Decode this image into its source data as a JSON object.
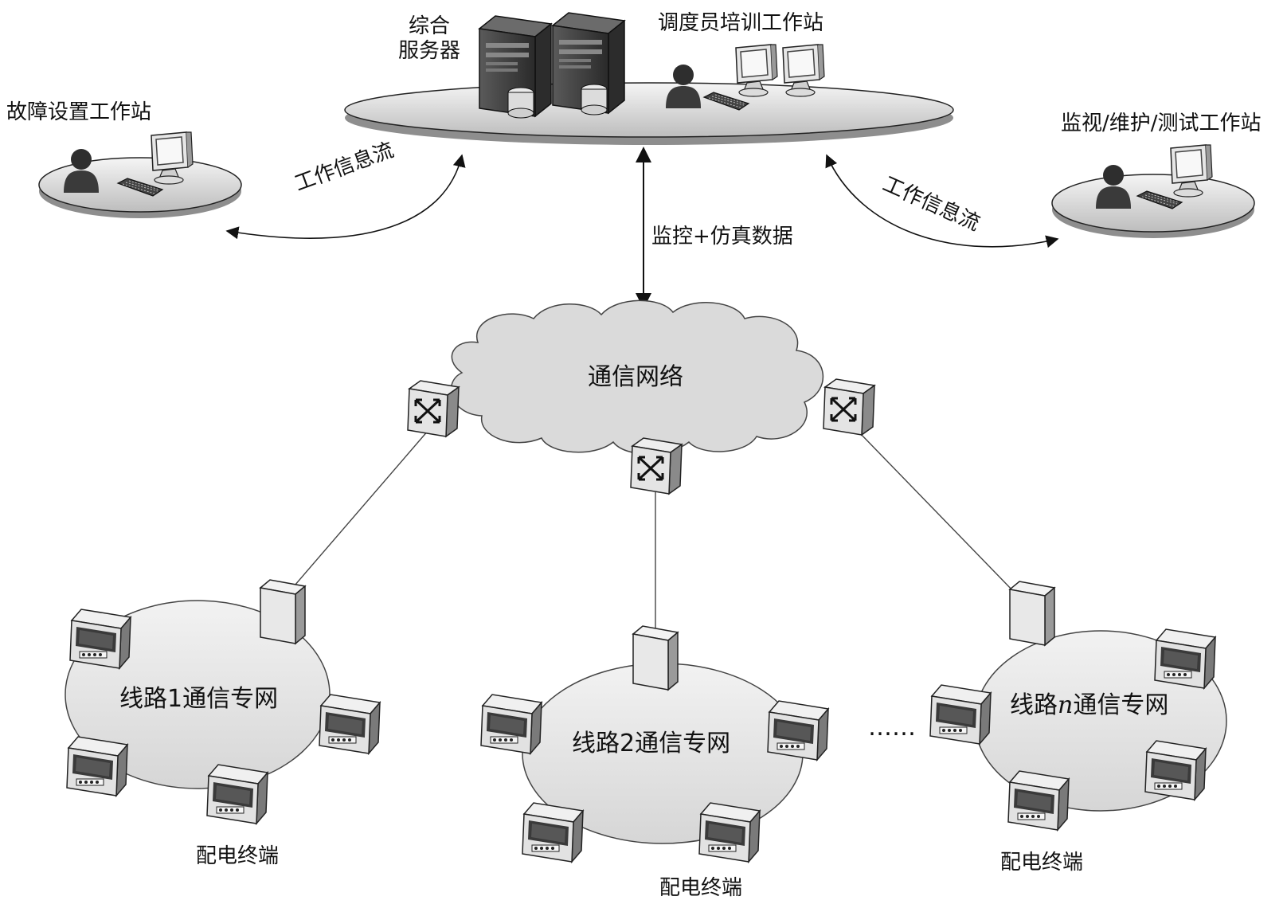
{
  "labels": {
    "integrated_server_line1": "综合",
    "integrated_server_line2": "服务器",
    "dispatcher_training_ws": "调度员培训工作站",
    "fault_setup_ws": "故障设置工作站",
    "monitor_ws": "监视/维护/测试工作站",
    "work_info_flow_left": "工作信息流",
    "work_info_flow_right": "工作信息流",
    "monitor_sim_data": "监控+仿真数据",
    "comm_network": "通信网络",
    "line1_prefix": "线路1通信专网",
    "line2_prefix": "线路2通信专网",
    "lineN_a": "线路",
    "lineN_n": "n",
    "lineN_b": "通信专网",
    "dist_terminal_1": "配电终端",
    "dist_terminal_2": "配电终端",
    "dist_terminal_3": "配电终端",
    "ellipsis": "……"
  },
  "icons": [
    "server-icon",
    "user-icon",
    "monitor-icon",
    "keyboard-icon",
    "switch-icon",
    "router-box-icon",
    "terminal-icon",
    "cloud-icon"
  ],
  "colors": {
    "line": "#333333",
    "platform_fill": "#e6e6e6",
    "device_dark": "#3c3c3c",
    "device_light": "#d8d8d8"
  }
}
